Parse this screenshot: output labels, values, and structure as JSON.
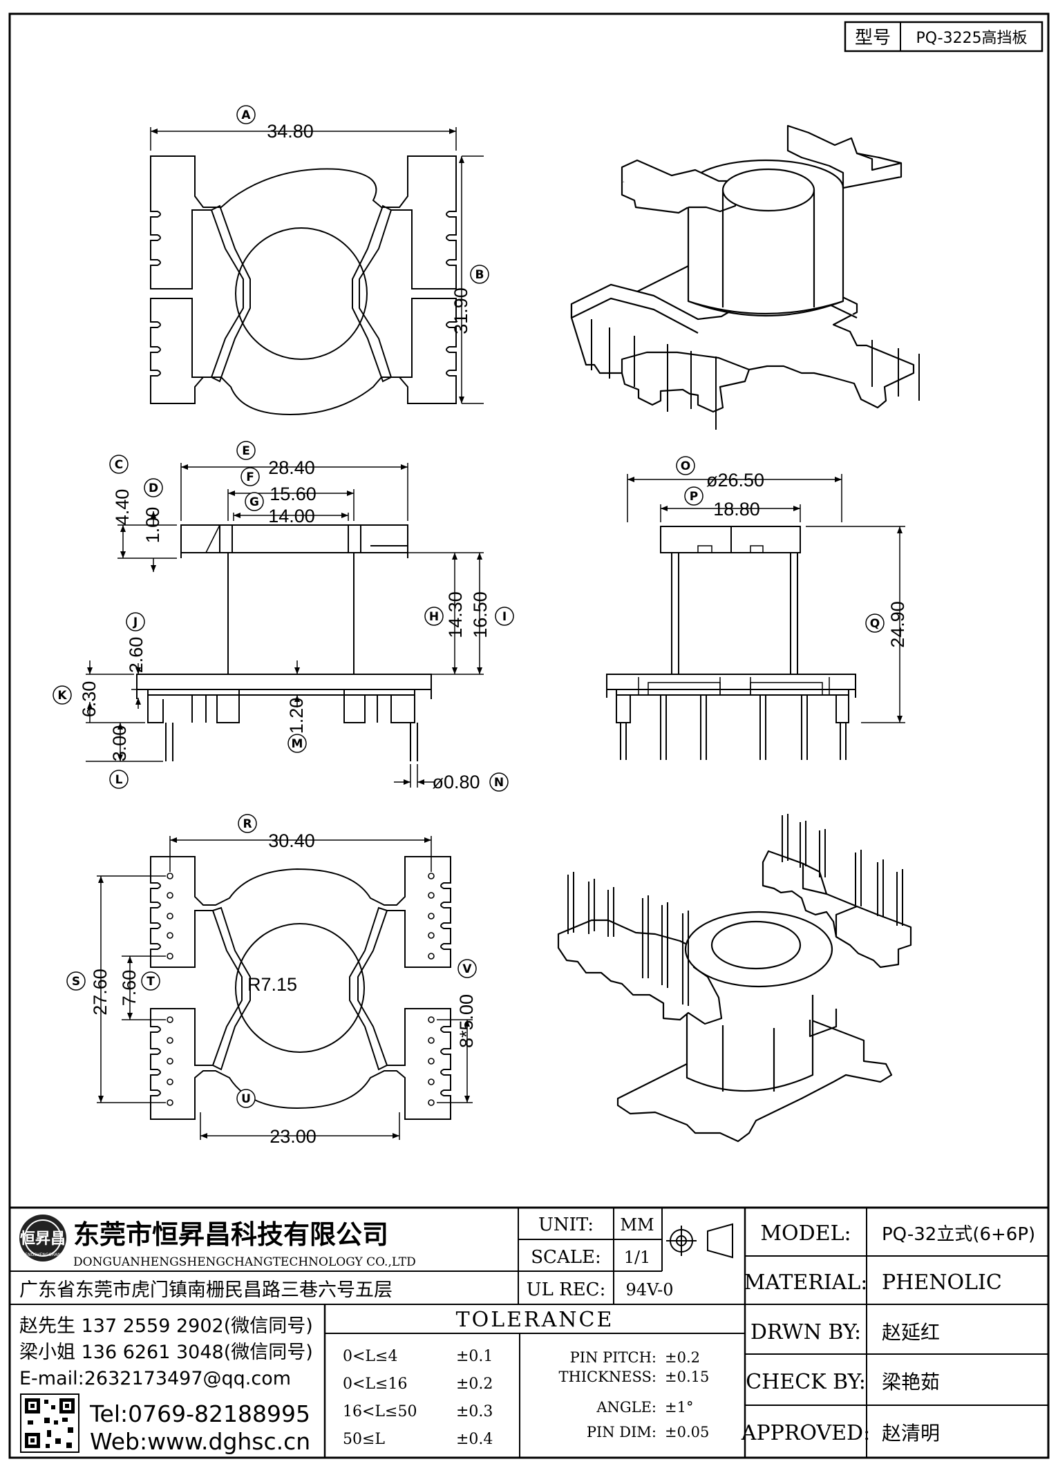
{
  "model_tag": {
    "label": "型号",
    "value": "PQ-3225高挡板"
  },
  "dimensions": {
    "A": "34.80",
    "B": "31.90",
    "C": "4.40",
    "D": "1.00",
    "E": "28.40",
    "F": "15.60",
    "G": "14.00",
    "H": "14.30",
    "I": "16.50",
    "J": "2.60",
    "K": "6.30",
    "L": "3.00",
    "M": "1.20",
    "N": "ø0.80",
    "O": "ø26.50",
    "P": "18.80",
    "Q": "24.90",
    "R": "30.40",
    "S": "27.60",
    "T": "7.60",
    "U": "23.00",
    "V": "8*5.00",
    "radius": "R7.15"
  },
  "company": {
    "name_cn": "东莞市恒昇昌科技有限公司",
    "name_en": "DONGUANHENGSHENGCHANGTECHNOLOGY CO.,LTD",
    "address": "广东省东莞市虎门镇南栅民昌路三巷六号五层",
    "logo_text": "恒昇昌",
    "logo_sub": "HENGSHENGCHANG"
  },
  "contacts": [
    "赵先生 137 2559 2902(微信同号)",
    "梁小姐 136 6261 3048(微信同号)",
    "E-mail:2632173497@qq.com"
  ],
  "tel": "Tel:0769-82188995",
  "web": "Web:www.dghsc.cn",
  "unit": {
    "label": "UNIT:",
    "value": "MM"
  },
  "scale": {
    "label": "SCALE:",
    "value": "1/1"
  },
  "ul_rec": {
    "label": "UL REC:",
    "value": "94V-0"
  },
  "tolerance": {
    "title": "TOLERANCE",
    "ranges": [
      {
        "range": "0<L≤4",
        "value": "±0.1"
      },
      {
        "range": "0<L≤16",
        "value": "±0.2"
      },
      {
        "range": "16<L≤50",
        "value": "±0.3"
      },
      {
        "range": "50≤L",
        "value": "±0.4"
      }
    ],
    "specs": [
      {
        "name": "PIN PITCH:",
        "value": "±0.2"
      },
      {
        "name": "THICKNESS:",
        "value": "±0.15"
      },
      {
        "name": "ANGLE:",
        "value": "±1°"
      },
      {
        "name": "PIN DIM:",
        "value": "±0.05"
      }
    ]
  },
  "info": [
    {
      "label": "MODEL:",
      "value": "PQ-32立式(6+6P)"
    },
    {
      "label": "MATERIAL:",
      "value": "PHENOLIC"
    },
    {
      "label": "DRWN BY:",
      "value": "赵延红"
    },
    {
      "label": "CHECK BY:",
      "value": "梁艳茹"
    },
    {
      "label": "APPROVED:",
      "value": "赵清明"
    }
  ]
}
